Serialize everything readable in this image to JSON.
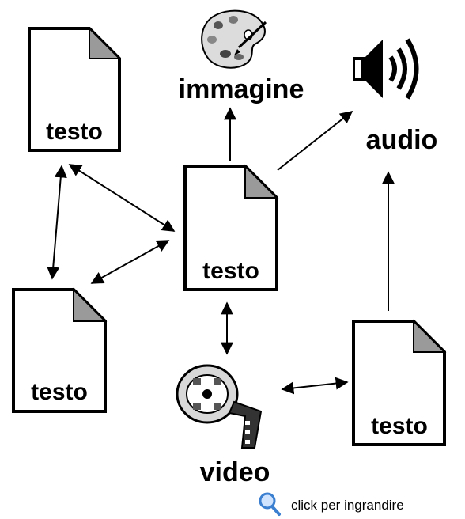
{
  "documents": [
    {
      "id": "doc-top-left",
      "label": "testo"
    },
    {
      "id": "doc-center",
      "label": "testo"
    },
    {
      "id": "doc-bottom-left",
      "label": "testo"
    },
    {
      "id": "doc-bottom-right",
      "label": "testo"
    }
  ],
  "media": {
    "image": {
      "label": "immagine",
      "icon": "palette-icon"
    },
    "audio": {
      "label": "audio",
      "icon": "speaker-icon"
    },
    "video": {
      "label": "video",
      "icon": "film-reel-icon"
    }
  },
  "footer": {
    "zoom_text": "click per ingrandire",
    "zoom_icon": "magnifier-icon"
  },
  "colors": {
    "stroke": "#000000",
    "page_fold": "#9a9a9a",
    "magnifier": "#3a7fd0"
  }
}
